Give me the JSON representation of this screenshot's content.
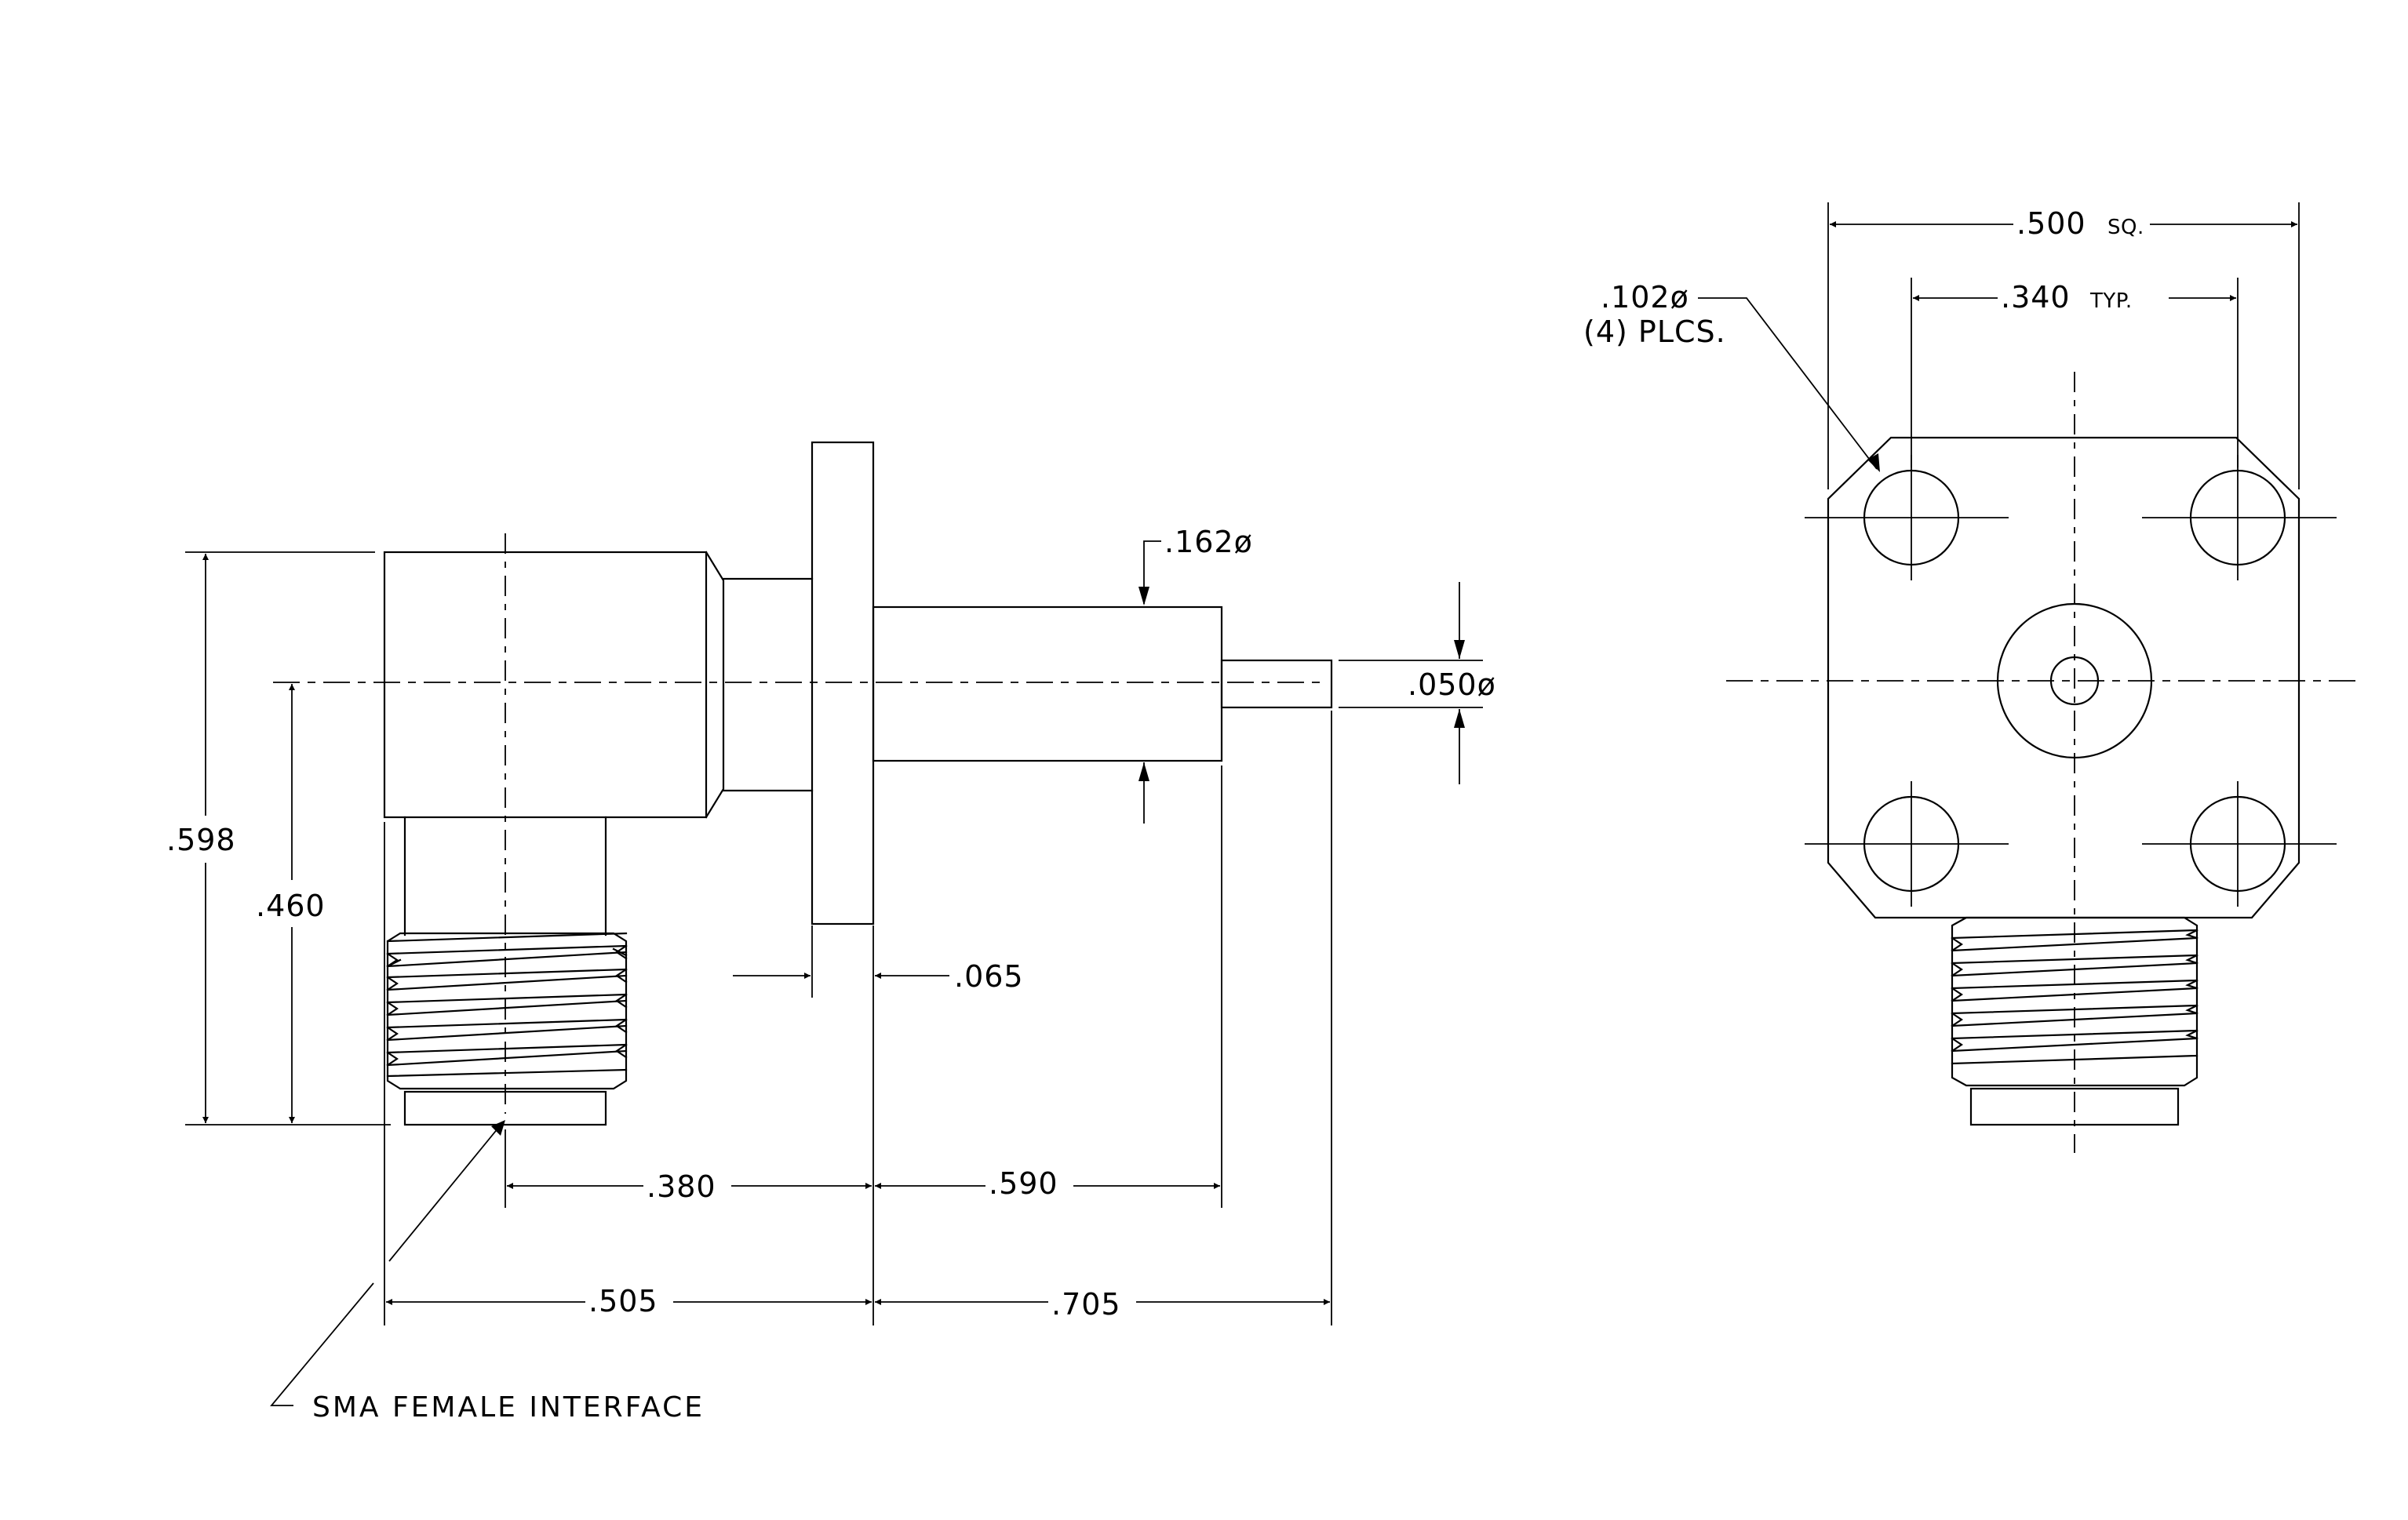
{
  "side_view": {
    "dim_overall_height": ".598",
    "dim_centerline_height": ".460",
    "dim_pin_diameter": ".162ø",
    "dim_contact_diameter": ".050ø",
    "dim_flange_thickness": ".065",
    "dim_interface_to_flange": ".380",
    "dim_flange_to_body_end": ".590",
    "dim_back_to_flange": ".505",
    "dim_flange_to_tip": ".705",
    "callout_interface": "SMA FEMALE INTERFACE"
  },
  "end_view": {
    "dim_square": ".500",
    "dim_square_suffix": "SQ.",
    "dim_hole_spacing": ".340",
    "dim_hole_spacing_suffix": "TYP.",
    "dim_hole_diameter": ".102ø",
    "dim_hole_count": "(4) PLCS."
  }
}
